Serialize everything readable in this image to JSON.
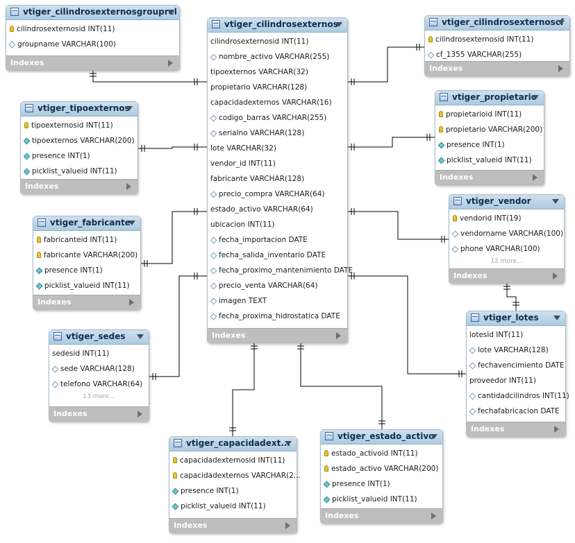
{
  "indexes_label": "Indexes",
  "colors": {
    "header": "#b8d1e4",
    "indexes_bar": "#bebebe",
    "line": "#000000"
  },
  "tables": [
    {
      "name": "vtiger_cilindrosexternosgrouprel",
      "box": "t0",
      "more": "",
      "columns": [
        {
          "icon": "pk",
          "text": "cilindrosexternosid INT(11)"
        },
        {
          "icon": "dia",
          "text": "groupname VARCHAR(100)"
        }
      ]
    },
    {
      "name": "vtiger_cilindrosexternos",
      "box": "t1",
      "more": "",
      "columns": [
        {
          "icon": "none",
          "text": "cilindrosexternosid INT(11)"
        },
        {
          "icon": "dia",
          "text": "nombre_activo VARCHAR(255)"
        },
        {
          "icon": "none",
          "text": "tipoexternos VARCHAR(32)"
        },
        {
          "icon": "none",
          "text": "propietario VARCHAR(128)"
        },
        {
          "icon": "none",
          "text": "capacidadexternos VARCHAR(16)"
        },
        {
          "icon": "dia",
          "text": "codigo_barras VARCHAR(255)"
        },
        {
          "icon": "dia",
          "text": "serialno VARCHAR(128)"
        },
        {
          "icon": "none",
          "text": "lote VARCHAR(32)"
        },
        {
          "icon": "none",
          "text": "vendor_id INT(11)"
        },
        {
          "icon": "none",
          "text": "fabricante VARCHAR(128)"
        },
        {
          "icon": "dia",
          "text": "precio_compra VARCHAR(64)"
        },
        {
          "icon": "none",
          "text": "estado_activo VARCHAR(64)"
        },
        {
          "icon": "none",
          "text": "ubicacion INT(11)"
        },
        {
          "icon": "dia",
          "text": "fecha_importacion DATE"
        },
        {
          "icon": "dia",
          "text": "fecha_salida_inventario DATE"
        },
        {
          "icon": "dia",
          "text": "fecha_proximo_mantenimiento DATE"
        },
        {
          "icon": "dia",
          "text": "precio_venta VARCHAR(64)"
        },
        {
          "icon": "dia",
          "text": "imagen TEXT"
        },
        {
          "icon": "dia",
          "text": "fecha_proxima_hidrostatica DATE"
        }
      ]
    },
    {
      "name": "vtiger_cilindrosexternoscf",
      "box": "t2",
      "more": "",
      "columns": [
        {
          "icon": "pk",
          "text": "cilindrosexternosid INT(11)"
        },
        {
          "icon": "dia",
          "text": "cf_1355 VARCHAR(255)"
        }
      ]
    },
    {
      "name": "vtiger_tipoexternos",
      "box": "t3",
      "more": "",
      "columns": [
        {
          "icon": "pk",
          "text": "tipoexternosid INT(11)"
        },
        {
          "icon": "diaf",
          "text": "tipoexternos VARCHAR(200)"
        },
        {
          "icon": "diaf",
          "text": "presence INT(1)"
        },
        {
          "icon": "diaf",
          "text": "picklist_valueid INT(11)"
        }
      ]
    },
    {
      "name": "vtiger_propietario",
      "box": "t4",
      "more": "",
      "columns": [
        {
          "icon": "pk",
          "text": "propietarioid INT(11)"
        },
        {
          "icon": "pk",
          "text": "propietario VARCHAR(200)"
        },
        {
          "icon": "diaf",
          "text": "presence INT(1)"
        },
        {
          "icon": "diaf",
          "text": "picklist_valueid INT(11)"
        }
      ]
    },
    {
      "name": "vtiger_fabricante",
      "box": "t5",
      "more": "",
      "columns": [
        {
          "icon": "pk",
          "text": "fabricanteid INT(11)"
        },
        {
          "icon": "pk",
          "text": "fabricante VARCHAR(200)"
        },
        {
          "icon": "diaf",
          "text": "presence INT(1)"
        },
        {
          "icon": "diaf",
          "text": "picklist_valueid INT(11)"
        }
      ]
    },
    {
      "name": "vtiger_vendor",
      "box": "t6",
      "more": "12 more...",
      "columns": [
        {
          "icon": "pk",
          "text": "vendorid INT(19)"
        },
        {
          "icon": "dia",
          "text": "vendorname VARCHAR(100)"
        },
        {
          "icon": "dia",
          "text": "phone VARCHAR(100)"
        }
      ]
    },
    {
      "name": "vtiger_sedes",
      "box": "t7",
      "more": "13 more...",
      "columns": [
        {
          "icon": "none",
          "text": "sedesid INT(11)"
        },
        {
          "icon": "dia",
          "text": "sede VARCHAR(128)"
        },
        {
          "icon": "dia",
          "text": "telefono VARCHAR(64)"
        }
      ]
    },
    {
      "name": "vtiger_lotes",
      "box": "t8",
      "more": "",
      "columns": [
        {
          "icon": "none",
          "text": "lotesid INT(11)"
        },
        {
          "icon": "dia",
          "text": "lote VARCHAR(128)"
        },
        {
          "icon": "dia",
          "text": "fechavencimiento DATE"
        },
        {
          "icon": "none",
          "text": "proveedor INT(11)"
        },
        {
          "icon": "dia",
          "text": "cantidadcilindros INT(11)"
        },
        {
          "icon": "dia",
          "text": "fechafabricacion DATE"
        }
      ]
    },
    {
      "name": "vtiger_capacidadext...",
      "box": "t9",
      "more": "",
      "columns": [
        {
          "icon": "pk",
          "text": "capacidadexternosid INT(11)"
        },
        {
          "icon": "pk",
          "text": "capacidadexternos VARCHAR(2..."
        },
        {
          "icon": "diaf",
          "text": "presence INT(1)"
        },
        {
          "icon": "diaf",
          "text": "picklist_valueid INT(11)"
        }
      ]
    },
    {
      "name": "vtiger_estado_activo",
      "box": "t10",
      "more": "",
      "columns": [
        {
          "icon": "pk",
          "text": "estado_activoid INT(11)"
        },
        {
          "icon": "pk",
          "text": "estado_activo VARCHAR(200)"
        },
        {
          "icon": "diaf",
          "text": "presence INT(1)"
        },
        {
          "icon": "diaf",
          "text": "picklist_valueid INT(11)"
        }
      ]
    }
  ]
}
